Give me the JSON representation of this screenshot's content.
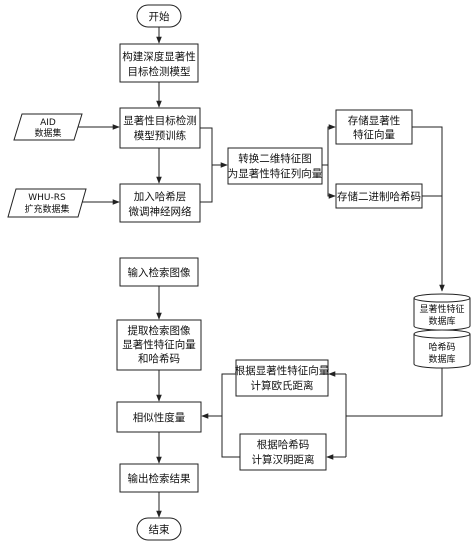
{
  "flowchart": {
    "start": "开始",
    "end": "结束",
    "steps": {
      "build_model": [
        "构建深度显著性",
        "目标检测模型"
      ],
      "pretrain": [
        "显著性目标检测",
        "模型预训练"
      ],
      "hash_layer": [
        "加入哈希层",
        "微调神经网络"
      ],
      "input_image": "输入检索图像",
      "extract": [
        "提取检索图像",
        "显著性特征向量",
        "和哈希码"
      ],
      "similarity": "相似性度量",
      "output": "输出检索结果",
      "convert": [
        "转换二维特征图",
        "为显著性特征列向量"
      ],
      "store_vector": [
        "存储显著性",
        "特征向量"
      ],
      "store_hash": "存储二进制哈希码",
      "euclid": [
        "根据显著性特征向量",
        "计算欧氏距离"
      ],
      "hamming": [
        "根据哈希码",
        "计算汉明距离"
      ]
    },
    "datasets": {
      "aid": [
        "AID",
        "数据集"
      ],
      "whu": [
        "WHU-RS",
        "扩充数据集"
      ]
    },
    "databases": {
      "feature_db": [
        "显著性特征",
        "数据库"
      ],
      "hash_db": [
        "哈希码",
        "数据库"
      ]
    }
  }
}
